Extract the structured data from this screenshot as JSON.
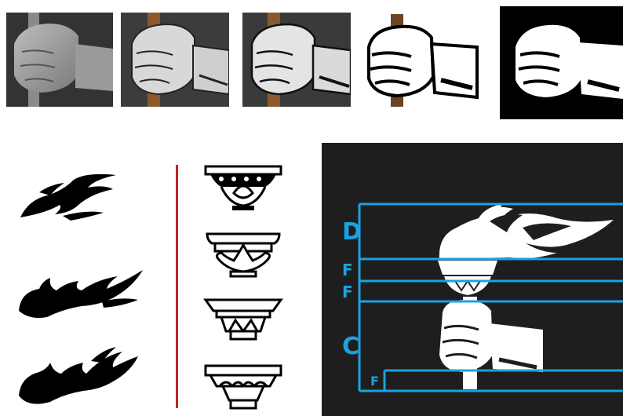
{
  "colors": {
    "accent_blue": "#1aa3e0",
    "divider_red": "#c0262a",
    "dark_panel": "#1e1e1e",
    "stick_brown": "#6b4522",
    "ink": "#000000"
  },
  "labels": {
    "d": "D",
    "f1": "F",
    "f2": "F",
    "c": "C",
    "f3": "F"
  }
}
